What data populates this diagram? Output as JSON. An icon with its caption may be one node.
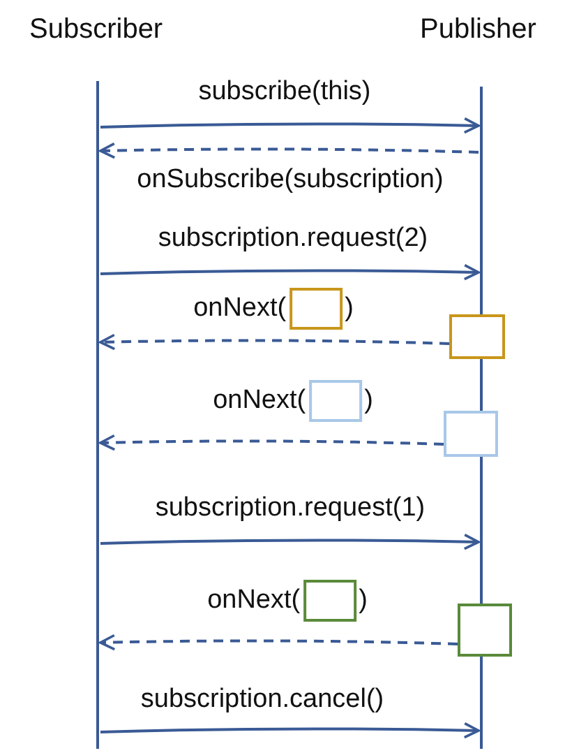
{
  "diagram": {
    "nodes": [
      {
        "text": [
          "Subscriber"
        ]
      },
      {
        "text": [
          "Publisher"
        ]
      },
      {
        "text": [],
        "shape": "box"
      },
      {
        "text": [],
        "shape": "box"
      },
      {
        "text": [],
        "shape": "box"
      }
    ],
    "edges": [
      {
        "from": 0,
        "to": 1,
        "arrow": "to",
        "label": "subscribe(this)"
      },
      {
        "from": 1,
        "to": 0,
        "arrow": "to",
        "label": "onSubscribe(subscription)",
        "style": "dashed"
      },
      {
        "from": 0,
        "to": 1,
        "arrow": "to",
        "label": "subscription.request(2)"
      },
      {
        "from": 2,
        "to": 0,
        "arrow": "to",
        "label": "onNext( )",
        "style": "dashed"
      },
      {
        "from": 3,
        "to": 0,
        "arrow": "to",
        "label": "onNext( )",
        "style": "dashed"
      },
      {
        "from": 0,
        "to": 1,
        "arrow": "to",
        "label": "subscription.request(1)"
      },
      {
        "from": 4,
        "to": 0,
        "arrow": "to",
        "label": "onNext( )",
        "style": "dashed"
      },
      {
        "from": 0,
        "to": 1,
        "arrow": "to",
        "label": "subscription.cancel()"
      }
    ]
  }
}
